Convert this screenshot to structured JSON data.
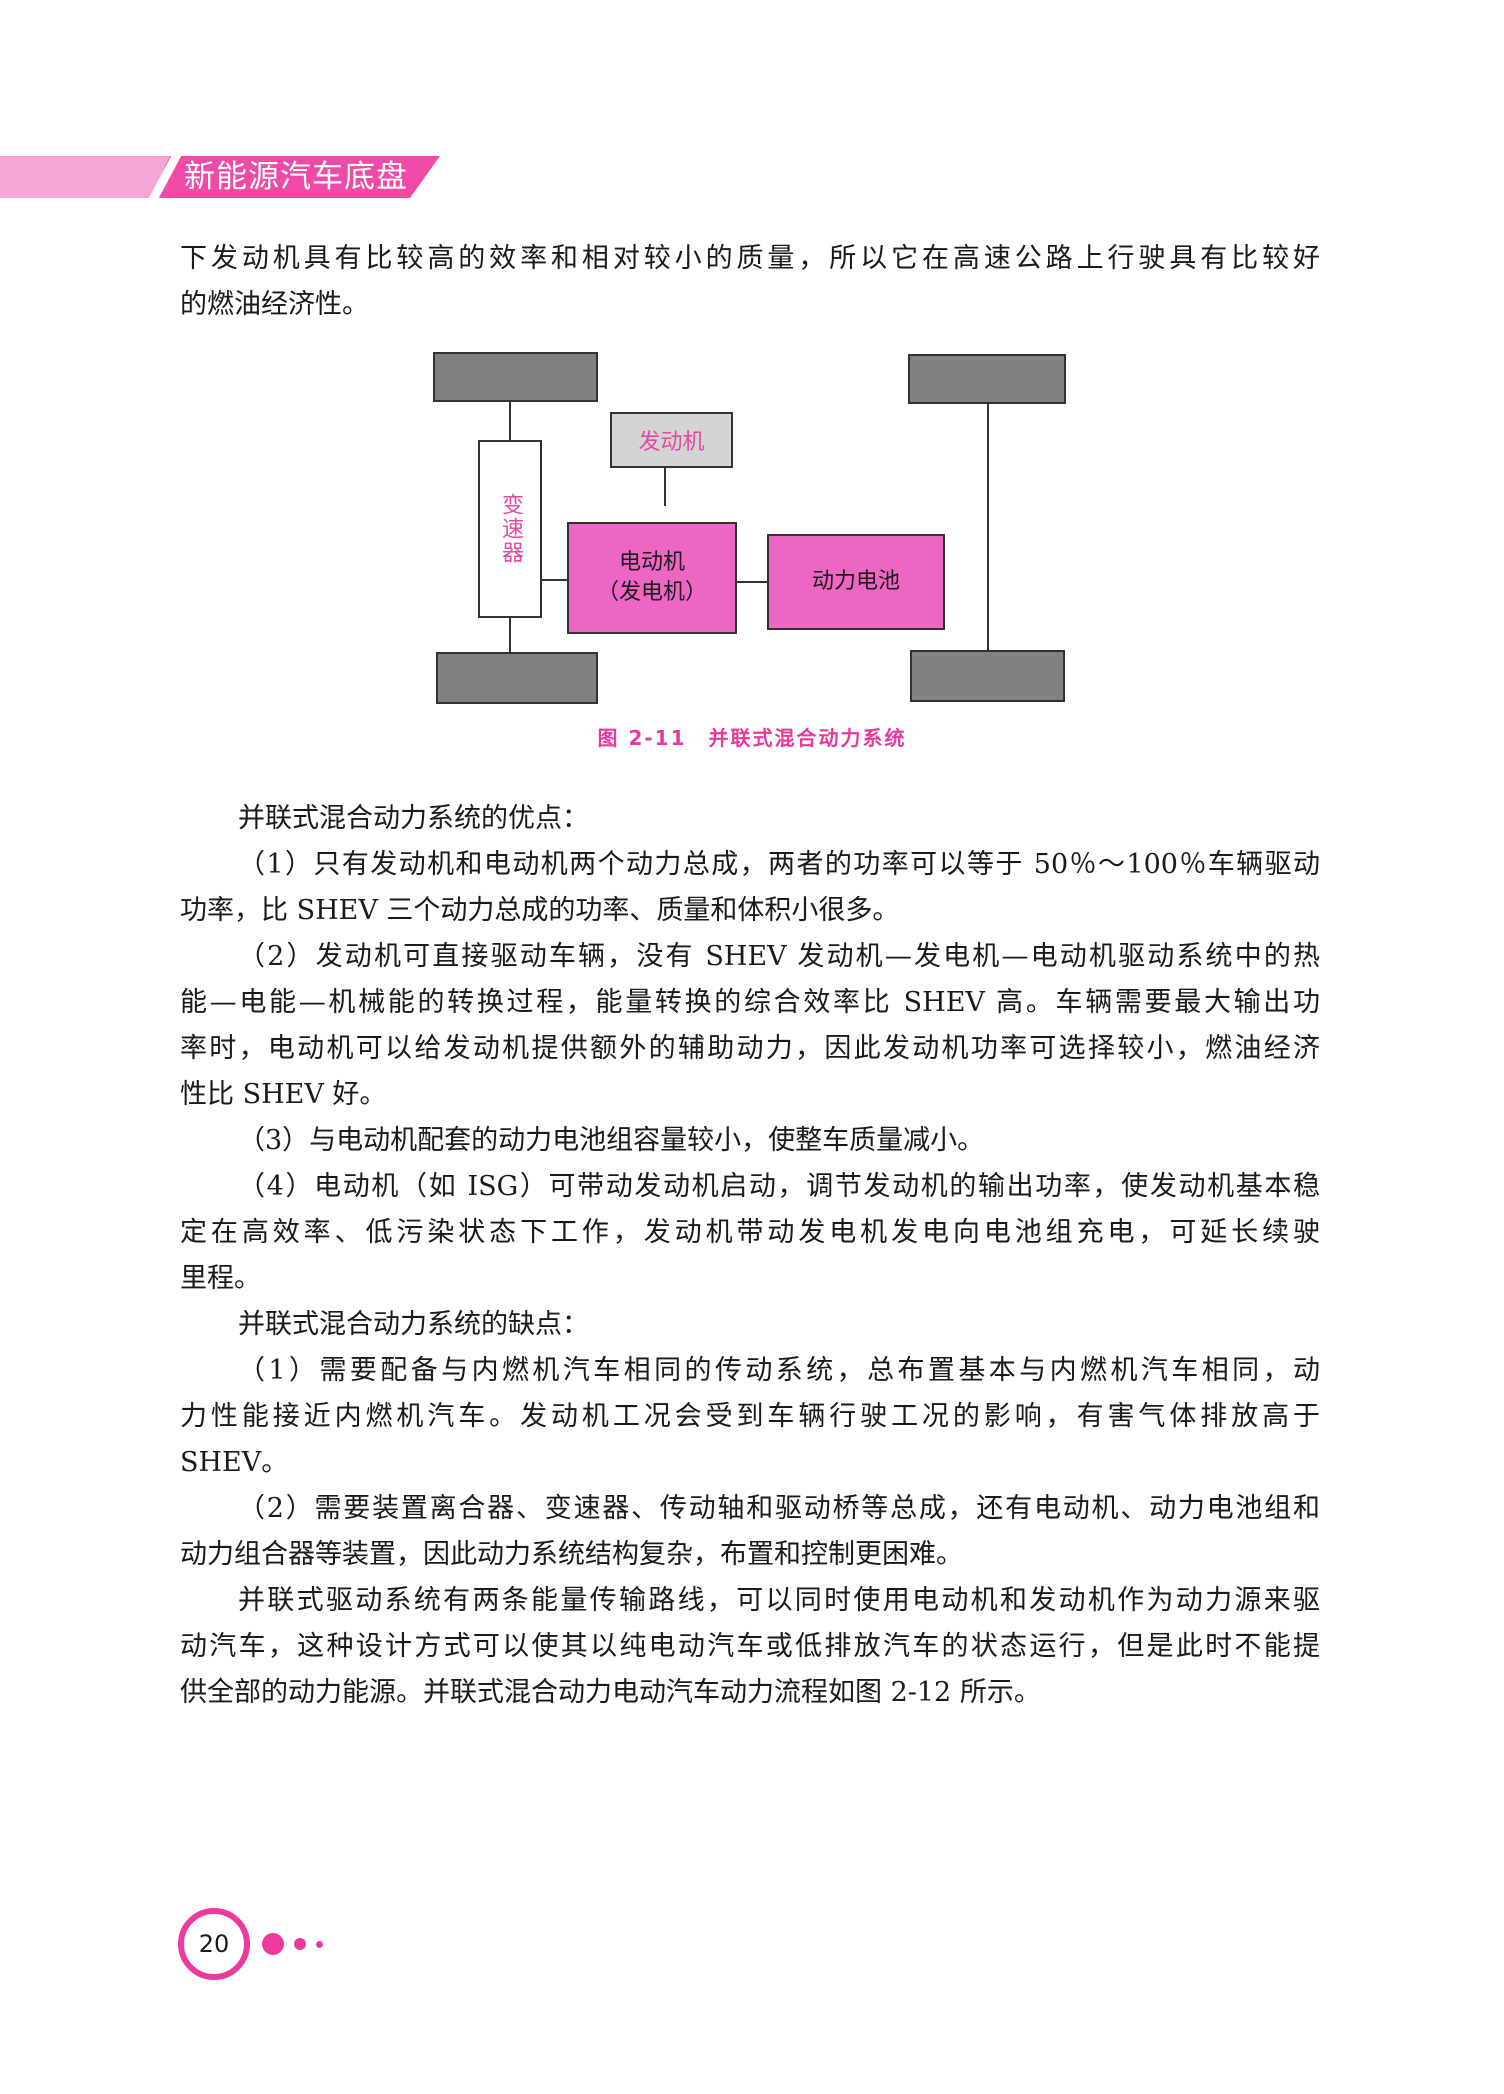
{
  "header": {
    "title": "新能源汽车底盘"
  },
  "intro_lines": [
    "下发动机具有比较高的效率和相对较小的质量，所以它在高速公路上行驶具有比较好",
    "的燃油经济性。"
  ],
  "figure": {
    "engine_label": "发动机",
    "transmission_label": "变速器",
    "motor_label": "电动机",
    "motor_sublabel": "（发电机）",
    "battery_label": "动力电池",
    "caption": "图 2-11　并联式混合动力系统"
  },
  "body_lines": [
    {
      "text": "并联式混合动力系统的优点：",
      "indent": true,
      "justify": false
    },
    {
      "text": "（1）只有发动机和电动机两个动力总成，两者的功率可以等于 50％～100％车辆驱动",
      "indent": true,
      "justify": true
    },
    {
      "text": "功率，比 SHEV 三个动力总成的功率、质量和体积小很多。",
      "indent": false,
      "justify": false
    },
    {
      "text": "（2）发动机可直接驱动车辆，没有 SHEV 发动机—发电机—电动机驱动系统中的热",
      "indent": true,
      "justify": true
    },
    {
      "text": "能—电能—机械能的转换过程，能量转换的综合效率比 SHEV 高。车辆需要最大输出功",
      "indent": false,
      "justify": true
    },
    {
      "text": "率时，电动机可以给发动机提供额外的辅助动力，因此发动机功率可选择较小，燃油经济",
      "indent": false,
      "justify": true
    },
    {
      "text": "性比 SHEV 好。",
      "indent": false,
      "justify": false
    },
    {
      "text": "（3）与电动机配套的动力电池组容量较小，使整车质量减小。",
      "indent": true,
      "justify": false
    },
    {
      "text": "（4）电动机（如 ISG）可带动发动机启动，调节发动机的输出功率，使发动机基本稳",
      "indent": true,
      "justify": true
    },
    {
      "text": "定在高效率、低污染状态下工作，发动机带动发电机发电向电池组充电，可延长续驶",
      "indent": false,
      "justify": true
    },
    {
      "text": "里程。",
      "indent": false,
      "justify": false
    },
    {
      "text": "并联式混合动力系统的缺点：",
      "indent": true,
      "justify": false
    },
    {
      "text": "（1）需要配备与内燃机汽车相同的传动系统，总布置基本与内燃机汽车相同，动",
      "indent": true,
      "justify": true
    },
    {
      "text": "力性能接近内燃机汽车。发动机工况会受到车辆行驶工况的影响，有害气体排放高于",
      "indent": false,
      "justify": true
    },
    {
      "text": "SHEV。",
      "indent": false,
      "justify": false
    },
    {
      "text": "（2）需要装置离合器、变速器、传动轴和驱动桥等总成，还有电动机、动力电池组和",
      "indent": true,
      "justify": true
    },
    {
      "text": "动力组合器等装置，因此动力系统结构复杂，布置和控制更困难。",
      "indent": false,
      "justify": false
    },
    {
      "text": "并联式驱动系统有两条能量传输路线，可以同时使用电动机和发动机作为动力源来驱",
      "indent": true,
      "justify": true
    },
    {
      "text": "动汽车，这种设计方式可以使其以纯电动汽车或低排放汽车的状态运行，但是此时不能提",
      "indent": false,
      "justify": true
    },
    {
      "text": "供全部的动力能源。并联式混合动力电动汽车动力流程如图 2-12 所示。",
      "indent": false,
      "justify": false
    }
  ],
  "footer": {
    "page_number": "20"
  },
  "colors": {
    "accent": "#ee3a9f",
    "header_light": "#f5a6d2",
    "box_pink": "#ee66c4",
    "wheel_gray": "#808080"
  }
}
